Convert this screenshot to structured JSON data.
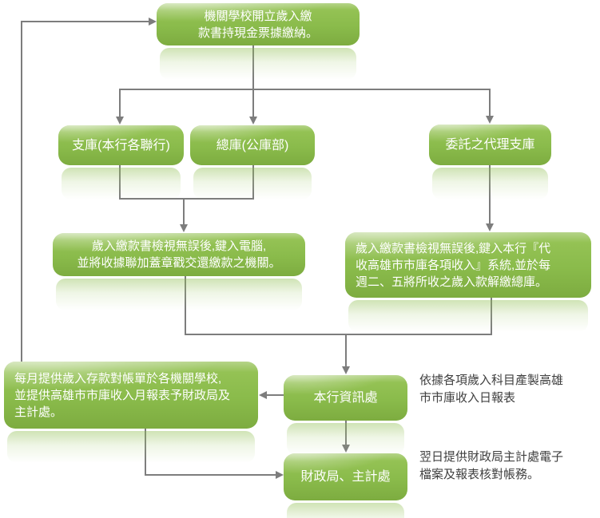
{
  "diagram": {
    "type": "flowchart",
    "language": "zh-TW",
    "colors": {
      "node_green": "#8abb4b",
      "node_green_light": "#b5d489",
      "node_green_dark": "#7dac40",
      "node_text": "#ffffff",
      "connector_gray": "#7d7d7d",
      "note_text": "#404040",
      "background": "#ffffff"
    },
    "nodes": {
      "agency_school": {
        "label": "機關學校開立歲入繳\n款書持現金票據繳納。"
      },
      "sub_treasury": {
        "label": "支庫(本行各聯行)"
      },
      "main_treasury": {
        "label": "總庫(公庫部)"
      },
      "delegated_agent": {
        "label": "委託之代理支庫"
      },
      "process_left": {
        "label": "歲入繳款書檢視無誤後,鍵入電腦,\n並將收據聯加蓋章戳交還繳款之機關。"
      },
      "process_right": {
        "label": "歲入繳款書檢視無誤後,鍵入本行『代\n收高雄市市庫各項收入』系統,並於每\n週二、五將所收之歲入款解繳總庫。"
      },
      "monthly_statement": {
        "label": "每月提供歲入存款對帳單於各機關學校,\n並提供高雄市市庫收入月報表予財政局及\n主計處。"
      },
      "bank_it_dept": {
        "label": "本行資訊處"
      },
      "finance_bureau": {
        "label": "財政局、主計處"
      }
    },
    "notes": {
      "daily_report": "依據各項歲入科目產製高雄\n市市庫收入日報表",
      "next_day_check": "翌日提供財政局主計處電子\n檔案及報表核對帳務。"
    }
  }
}
